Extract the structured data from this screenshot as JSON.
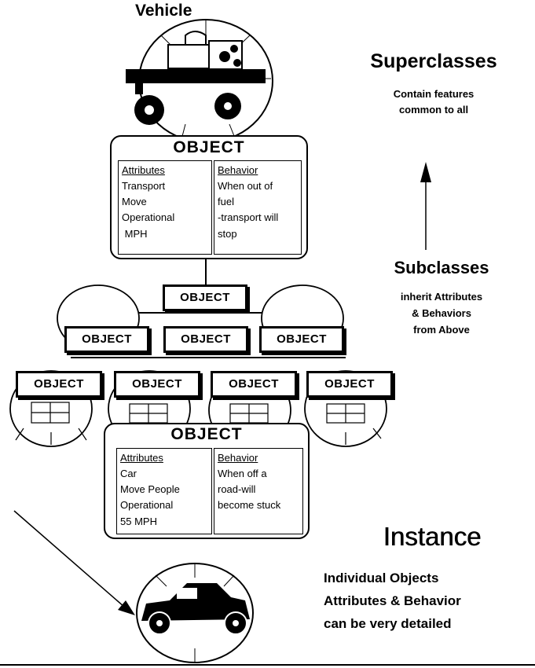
{
  "vehicle_label": "Vehicle",
  "top_object": {
    "title": "OBJECT",
    "attributes_header": "Attributes",
    "attributes": [
      "Transport",
      "Move",
      "Operational",
      " MPH"
    ],
    "behavior_header": "Behavior",
    "behavior": [
      "When out of",
      "fuel",
      "-transport will",
      "stop"
    ]
  },
  "small_objects": {
    "row1": [
      "OBJECT"
    ],
    "row2": [
      "OBJECT",
      "OBJECT",
      "OBJECT"
    ],
    "row3": [
      "OBJECT",
      "OBJECT",
      "OBJECT",
      "OBJECT"
    ]
  },
  "bottom_object": {
    "title": "OBJECT",
    "attributes_header": "Attributes",
    "attributes": [
      "Car",
      "Move People",
      "Operational",
      "55 MPH"
    ],
    "behavior_header": "Behavior",
    "behavior": [
      "When off a",
      "road-will",
      "become stuck"
    ]
  },
  "superclasses": {
    "title": "Superclasses",
    "lines": [
      "Contain features",
      "common to all"
    ]
  },
  "subclasses": {
    "title": "Subclasses",
    "lines": [
      "inherit Attributes",
      "& Behaviors",
      "from Above"
    ]
  },
  "instance": {
    "title": "Instance",
    "lines": [
      "Individual Objects",
      "Attributes & Behavior",
      "can be very detailed"
    ]
  }
}
